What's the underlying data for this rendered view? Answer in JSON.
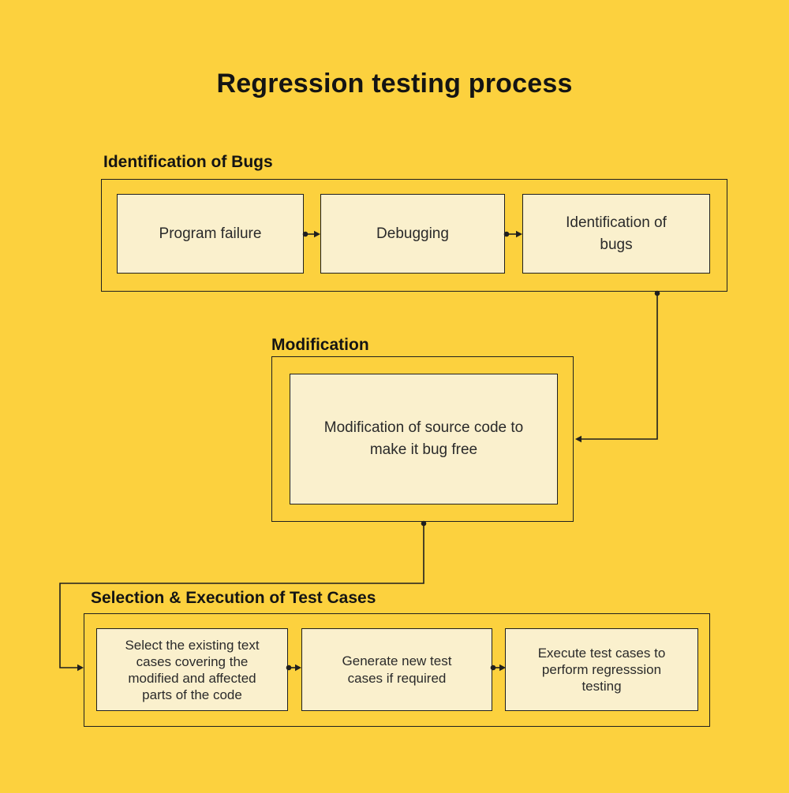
{
  "title": "Regression testing process",
  "colors": {
    "background": "#FCD13E",
    "box_fill": "#FAF0CD",
    "line": "#1F1F1F",
    "text": "#1F1F1F"
  },
  "sections": [
    {
      "heading": "Identification of Bugs",
      "boxes": [
        {
          "label": "Program failure"
        },
        {
          "label": "Debugging"
        },
        {
          "label": "Identification of\nbugs"
        }
      ]
    },
    {
      "heading": "Modification",
      "boxes": [
        {
          "label": "Modification of source code to\nmake it bug free"
        }
      ]
    },
    {
      "heading": "Selection & Execution of Test Cases",
      "boxes": [
        {
          "label": "Select the existing text\ncases covering the\nmodified and affected\nparts of the code"
        },
        {
          "label": "Generate new test\ncases if required"
        },
        {
          "label": "Execute test cases to\nperform regresssion\ntesting"
        }
      ]
    }
  ],
  "connectors": [
    {
      "from": "Program failure",
      "to": "Debugging"
    },
    {
      "from": "Debugging",
      "to": "Identification of bugs"
    },
    {
      "from": "Identification of Bugs section",
      "to": "Modification section"
    },
    {
      "from": "Modification section",
      "to": "Selection & Execution of Test Cases section"
    },
    {
      "from": "Select the existing text cases covering the modified and affected parts of the code",
      "to": "Generate new test cases if required"
    },
    {
      "from": "Generate new test cases if required",
      "to": "Execute test cases to perform regresssion testing"
    }
  ]
}
